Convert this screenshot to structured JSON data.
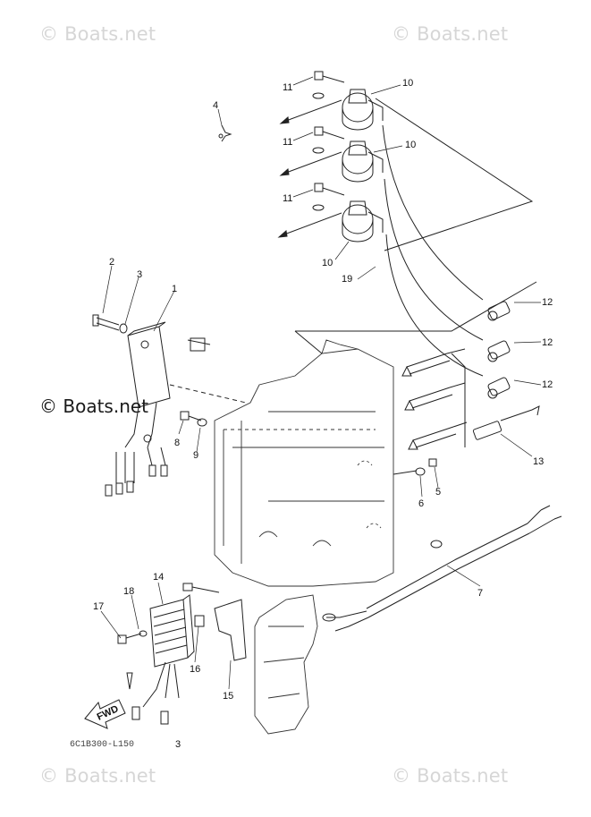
{
  "watermarks": {
    "top_left": "© Boats.net",
    "top_right": "© Boats.net",
    "middle": "© Boats.net",
    "bottom_left": "© Boats.net",
    "bottom_right": "© Boats.net"
  },
  "diagram_code": "6C1B300-L150",
  "fwd_label": "FWD",
  "callouts": {
    "c1": "1",
    "c2": "2",
    "c3": "3",
    "c3b": "3",
    "c4": "4",
    "c5": "5",
    "c6": "6",
    "c7": "7",
    "c8": "8",
    "c9": "9",
    "c10a": "10",
    "c10b": "10",
    "c10c": "10",
    "c11a": "11",
    "c11b": "11",
    "c11c": "11",
    "c12a": "12",
    "c12b": "12",
    "c12c": "12",
    "c13": "13",
    "c14": "14",
    "c15": "15",
    "c16": "16",
    "c17": "17",
    "c18": "18",
    "c19": "19"
  }
}
